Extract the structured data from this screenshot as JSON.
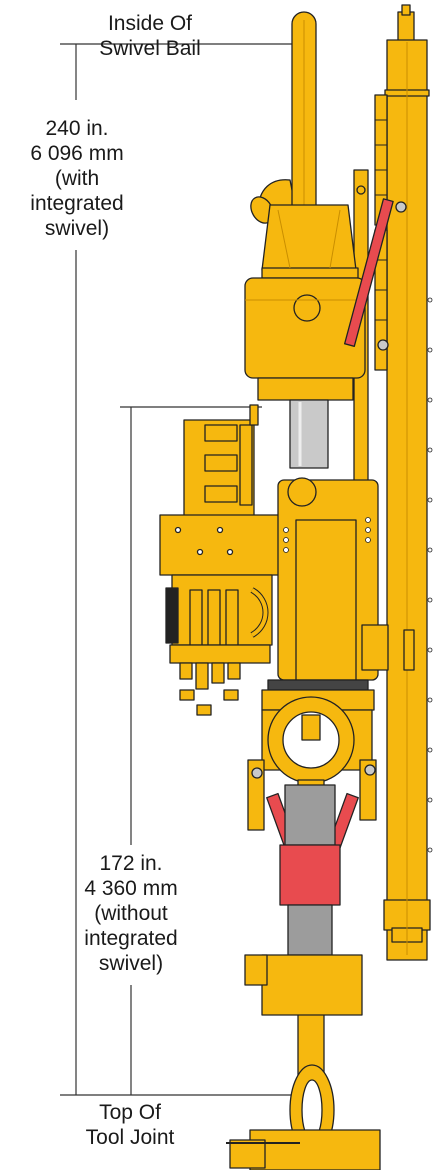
{
  "labels": {
    "top_reference": [
      "Inside Of",
      "Swivel Bail"
    ],
    "dim_with_swivel": [
      "240 in.",
      "6 096 mm",
      "(with",
      "integrated",
      "swivel)"
    ],
    "dim_without_swivel": [
      "172 in.",
      "4 360 mm",
      "(without",
      "integrated",
      "swivel)"
    ],
    "bottom_reference": [
      "Top Of",
      "Tool Joint"
    ]
  },
  "colors": {
    "machine_yellow": "#f6b80f",
    "yellow_dark": "#c98e00",
    "outline": "#222222",
    "cylinder_red": "#e84b4f",
    "chrome": "#c9c9c9",
    "dimension_line": "#333333",
    "text": "#1a1a1a"
  }
}
